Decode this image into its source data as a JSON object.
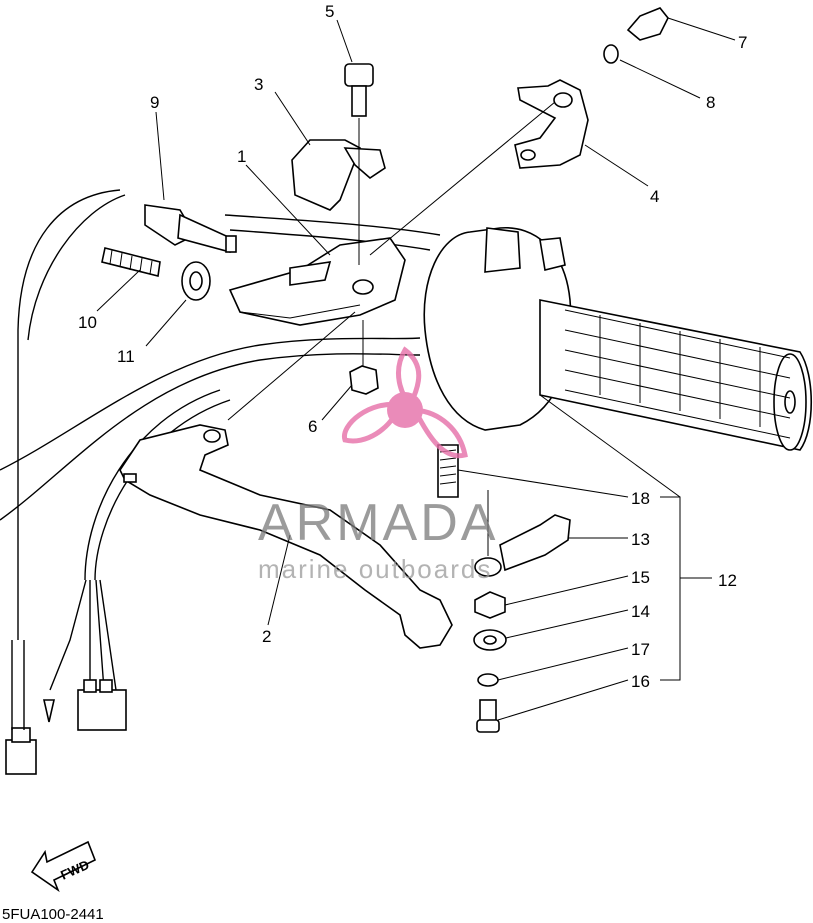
{
  "diagram": {
    "part_labels": [
      {
        "id": "1",
        "text": "1"
      },
      {
        "id": "2",
        "text": "2"
      },
      {
        "id": "3",
        "text": "3"
      },
      {
        "id": "4",
        "text": "4"
      },
      {
        "id": "5",
        "text": "5"
      },
      {
        "id": "6",
        "text": "6"
      },
      {
        "id": "7",
        "text": "7"
      },
      {
        "id": "8",
        "text": "8"
      },
      {
        "id": "9",
        "text": "9"
      },
      {
        "id": "10",
        "text": "10"
      },
      {
        "id": "11",
        "text": "11"
      },
      {
        "id": "12",
        "text": "12"
      },
      {
        "id": "13",
        "text": "13"
      },
      {
        "id": "14",
        "text": "14"
      },
      {
        "id": "15",
        "text": "15"
      },
      {
        "id": "16",
        "text": "16"
      },
      {
        "id": "17",
        "text": "17"
      },
      {
        "id": "18",
        "text": "18"
      }
    ],
    "drawing_code": "5FUA100-2441",
    "direction_marker": "FWD"
  },
  "watermark": {
    "brand": "ARMADA",
    "tagline": "marine outboards",
    "logo_color": "#e66fa8"
  },
  "colors": {
    "line": "#000000",
    "background": "#ffffff"
  }
}
